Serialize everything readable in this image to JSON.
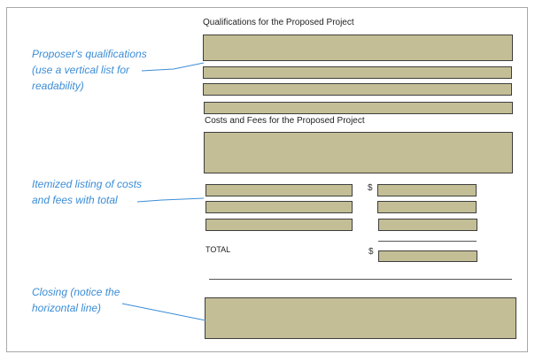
{
  "headings": {
    "qualifications": "Qualifications for the Proposed Project",
    "costs": "Costs and Fees for the Proposed Project",
    "total": "TOTAL"
  },
  "currency_symbol": "$",
  "annotations": {
    "qualifications": "Proposer's qualifications\n(use a vertical list for\nreadability)",
    "itemized": "Itemized listing of costs\nand fees with total",
    "closing": "Closing (notice the\nhorizontal line)"
  },
  "colors": {
    "placeholder_fill": "#c3be95",
    "annotation": "#3c8dd6"
  }
}
